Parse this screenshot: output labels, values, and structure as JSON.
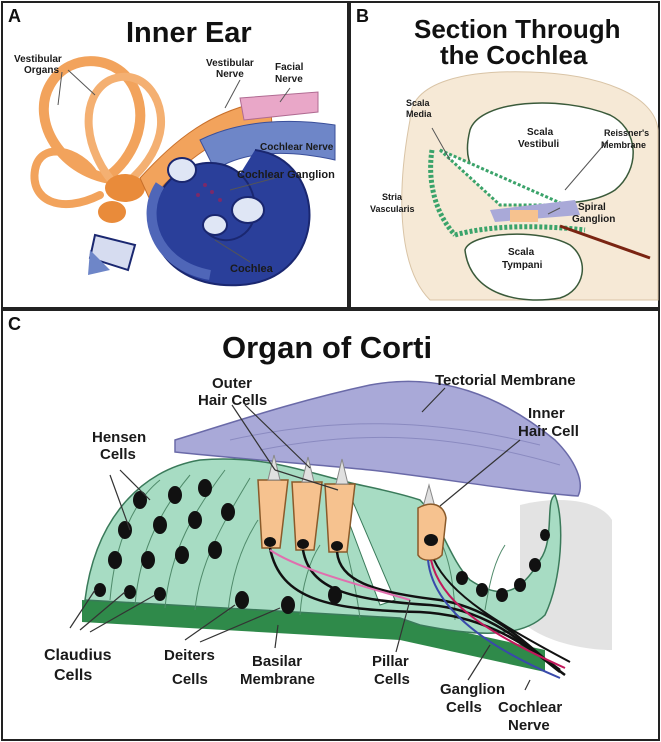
{
  "panels": {
    "a": {
      "letter": "A",
      "title": "Inner Ear",
      "labels": {
        "vestibular_organs_1": "Vestibular",
        "vestibular_organs_2": "Organs",
        "vestibular_nerve_1": "Vestibular",
        "vestibular_nerve_2": "Nerve",
        "facial_nerve_1": "Facial",
        "facial_nerve_2": "Nerve",
        "cochlear_nerve": "Cochlear Nerve",
        "cochlear_ganglion": "Cochlear Ganglion",
        "cochlea": "Cochlea"
      }
    },
    "b": {
      "letter": "B",
      "title_1": "Section Through",
      "title_2": "the Cochlea",
      "labels": {
        "scala_media_1": "Scala",
        "scala_media_2": "Media",
        "scala_vestibuli_1": "Scala",
        "scala_vestibuli_2": "Vestibuli",
        "reissners_1": "Reissner's",
        "reissners_2": "Membrane",
        "stria_1": "Stria",
        "stria_2": "Vascularis",
        "spiral_1": "Spiral",
        "spiral_2": "Ganglion",
        "scala_tympani_1": "Scala",
        "scala_tympani_2": "Tympani"
      }
    },
    "c": {
      "letter": "C",
      "title": "Organ of Corti",
      "labels": {
        "tectorial": "Tectorial Membrane",
        "outer_hair_1": "Outer",
        "outer_hair_2": "Hair Cells",
        "inner_hair_1": "Inner",
        "inner_hair_2": "Hair Cell",
        "hensen_1": "Hensen",
        "hensen_2": "Cells",
        "claudius_1": "Claudius",
        "claudius_2": "Cells",
        "deiters_1": "Deiters",
        "deiters_2": "Cells",
        "basilar_1": "Basilar",
        "basilar_2": "Membrane",
        "pillar_1": "Pillar",
        "pillar_2": "Cells",
        "ganglion_1": "Ganglion",
        "ganglion_2": "Cells",
        "cochlear_nerve_1": "Cochlear",
        "cochlear_nerve_2": "Nerve"
      }
    }
  },
  "colors": {
    "vestibular": "#f2a35c",
    "cochlea_blue": "#2a3f9a",
    "nerve_pink": "#e9a7c8",
    "corti_green": "#a7dcc3",
    "basilar_green": "#2f8a4a",
    "tectorial": "#a9a9d8",
    "hair_cell": "#f6c28f",
    "section_bg": "#f6e9d6"
  }
}
